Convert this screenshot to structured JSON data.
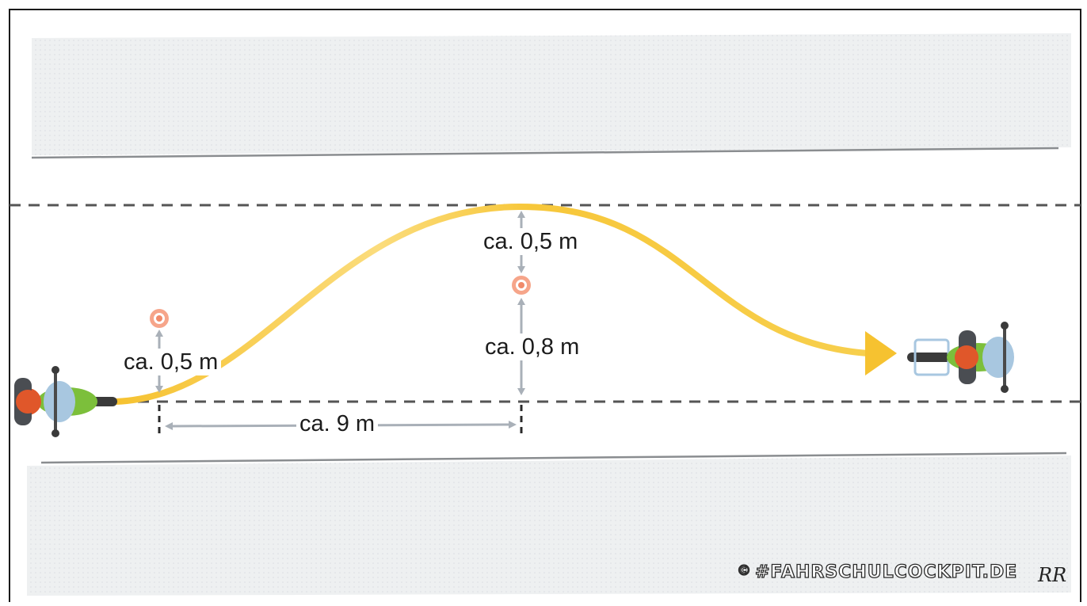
{
  "diagram": {
    "labels": {
      "left_clearance": "ca. 0,5 m",
      "top_clearance": "ca. 0,5 m",
      "bottom_clearance": "ca. 0,8 m",
      "distance": "ca. 9 m"
    },
    "watermark": "#FAHRSCHULCOCKPIT.DE",
    "copyright_symbol": "©",
    "signature": "RR",
    "colors": {
      "path": "#f6c230",
      "cone": "#f08a6a",
      "bike_body": "#7cbf3b",
      "rider_helmet": "#e0572a",
      "dimension_lines": "#a9b0b8",
      "lane_dashes": "#555555"
    }
  }
}
